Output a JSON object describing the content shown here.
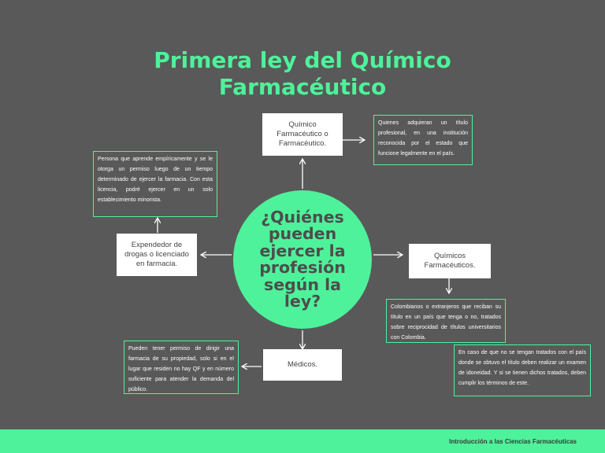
{
  "title": "Primera ley del Químico Farmacéutico",
  "center_question": "¿Quiénes pueden ejercer la profesión según la ley?",
  "nodes": {
    "quimico_farmaceutico": "Químico Farmacéutico o Farmacéutico.",
    "expendedor": "Expendedor de drogas o licenciado en farmacia.",
    "quimicos_farmaceuticos": "Químicos Farmacéuticos.",
    "medicos": "Médicos."
  },
  "notes": {
    "quimico_farmaceutico": "Quienes adquieran un título profesional, en una institución reconocida por el estado que funcione legalmente en el país.",
    "expendedor": "Persona que aprende empíricamente y se le otorga un permiso luego de un tiempo determinado de ejercer la farmacia. Con esta licencia, podré ejercer en un solo establecimiento minorista.",
    "quimicos_farmaceuticos": "Colombianos o extranjeros que reciban su título en un país que tenga o no, tratados sobre reciprocidad de títulos universitarios con Colombia.",
    "quimicos_farmaceuticos_extra": "En caso de que no se tengan tratados con el país donde se obtuvo el título deben realizar un examen de idoneidad. Y si se tienen dichos tratados, deben cumplir los términos de este.",
    "medicos": "Pueden tener permiso de dirigir una farmacia de su propiedad, solo si en el lugar que residen no hay QF y en número suficiente para atender la demanda del público."
  },
  "footer": "Introducción a las Ciencias Farmacéuticas",
  "colors": {
    "accent": "#4ef29a",
    "background": "#595959",
    "box": "#ffffff"
  }
}
